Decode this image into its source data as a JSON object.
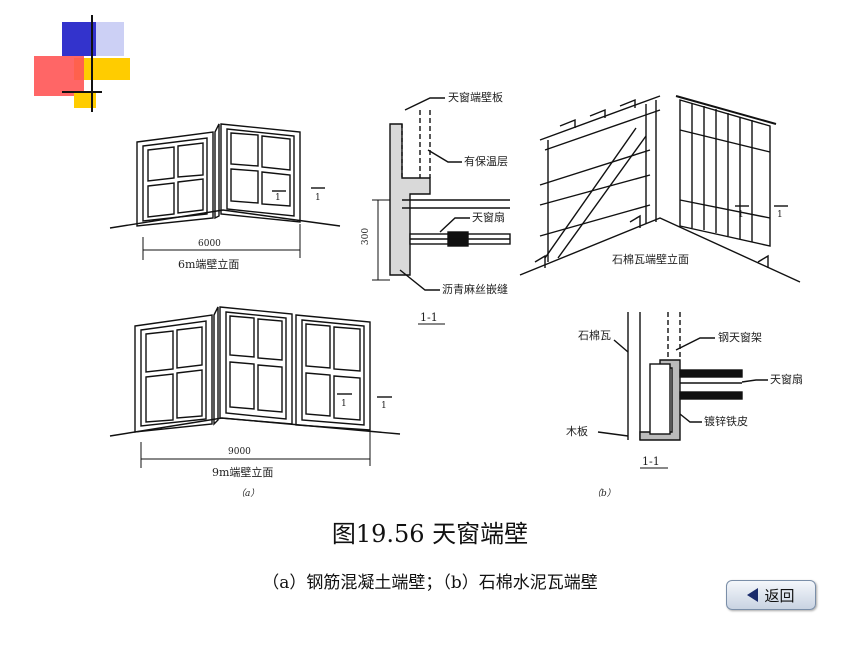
{
  "colors": {
    "logo_blue": "#3333cc",
    "logo_red": "#ff5555",
    "logo_yellow": "#ffcc00",
    "line": "#111111"
  },
  "figure": {
    "title": "图19.56  天窗端壁",
    "subtitle": "（a）钢筋混凝土端壁；（b）石棉水泥瓦端壁"
  },
  "panel_a": {
    "top": {
      "dimension": "6000",
      "label": "6m端壁立面",
      "section_mark": "1"
    },
    "bottom": {
      "dimension": "9000",
      "label": "9m端壁立面",
      "section_mark": "1"
    },
    "caption": "（a）"
  },
  "section_a": {
    "callouts": [
      "天窗端壁板",
      "有保温层",
      "天窗扇",
      "沥青麻丝嵌缝"
    ],
    "dimension": "300",
    "section_label": "1-1"
  },
  "panel_b": {
    "top": {
      "label": "石棉瓦端壁立面",
      "section_mark": "1"
    },
    "detail": {
      "callouts": [
        "石棉瓦",
        "钢天窗架",
        "天窗扇",
        "木板",
        "镀锌铁皮"
      ],
      "section_label": "1-1"
    },
    "caption": "（b）"
  },
  "nav": {
    "back_label": "返回"
  }
}
